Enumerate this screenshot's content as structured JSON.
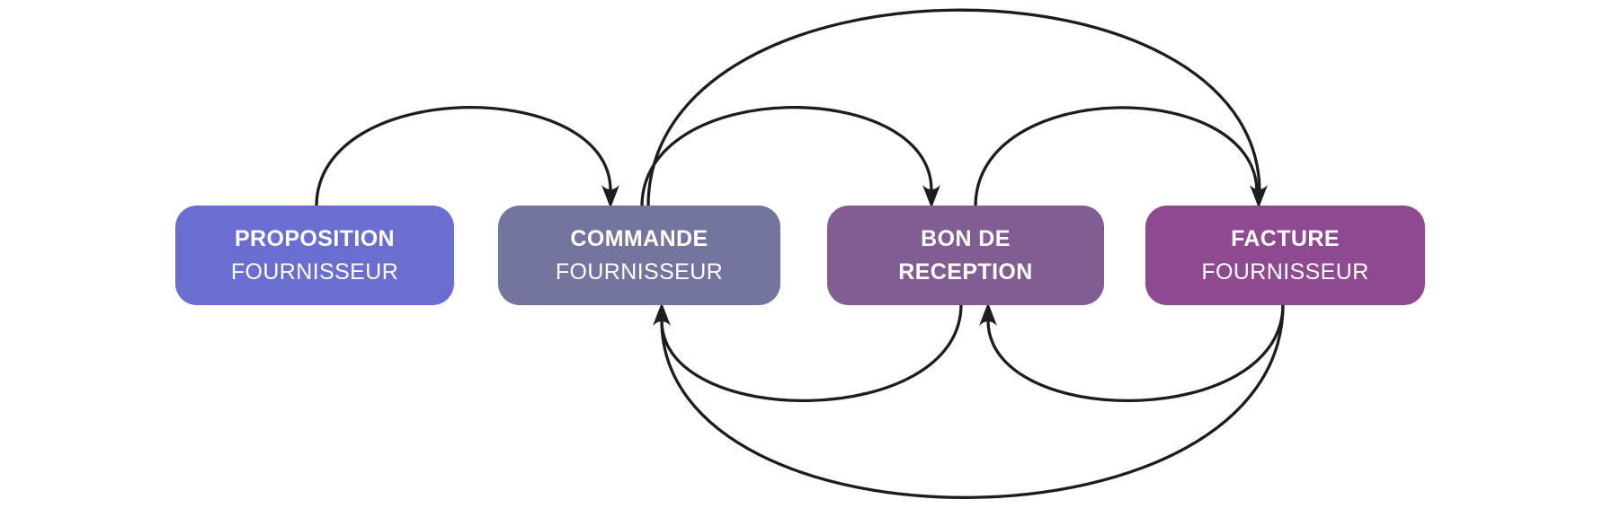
{
  "diagram": {
    "background_color": "#ffffff",
    "arrow_color": "#1d1d1d",
    "nodes": [
      {
        "id": "proposition-fournisseur",
        "line1": "PROPOSITION",
        "line2": "FOURNISSEUR",
        "color": "#6b6ed1"
      },
      {
        "id": "commande-fournisseur",
        "line1": "COMMANDE",
        "line2": "FOURNISSEUR",
        "color": "#74759f"
      },
      {
        "id": "bon-de-reception",
        "line1": "BON DE",
        "line2": "RECEPTION",
        "color": "#825d93"
      },
      {
        "id": "facture-fournisseur",
        "line1": "FACTURE",
        "line2": "FOURNISSEUR",
        "color": "#8e4990"
      }
    ],
    "edges": [
      {
        "from": "proposition-fournisseur",
        "to": "commande-fournisseur",
        "side": "top"
      },
      {
        "from": "commande-fournisseur",
        "to": "bon-de-reception",
        "side": "top"
      },
      {
        "from": "commande-fournisseur",
        "to": "facture-fournisseur",
        "side": "top"
      },
      {
        "from": "bon-de-reception",
        "to": "facture-fournisseur",
        "side": "top"
      },
      {
        "from": "bon-de-reception",
        "to": "commande-fournisseur",
        "side": "bottom"
      },
      {
        "from": "facture-fournisseur",
        "to": "bon-de-reception",
        "side": "bottom"
      },
      {
        "from": "facture-fournisseur",
        "to": "commande-fournisseur",
        "side": "bottom"
      }
    ]
  }
}
